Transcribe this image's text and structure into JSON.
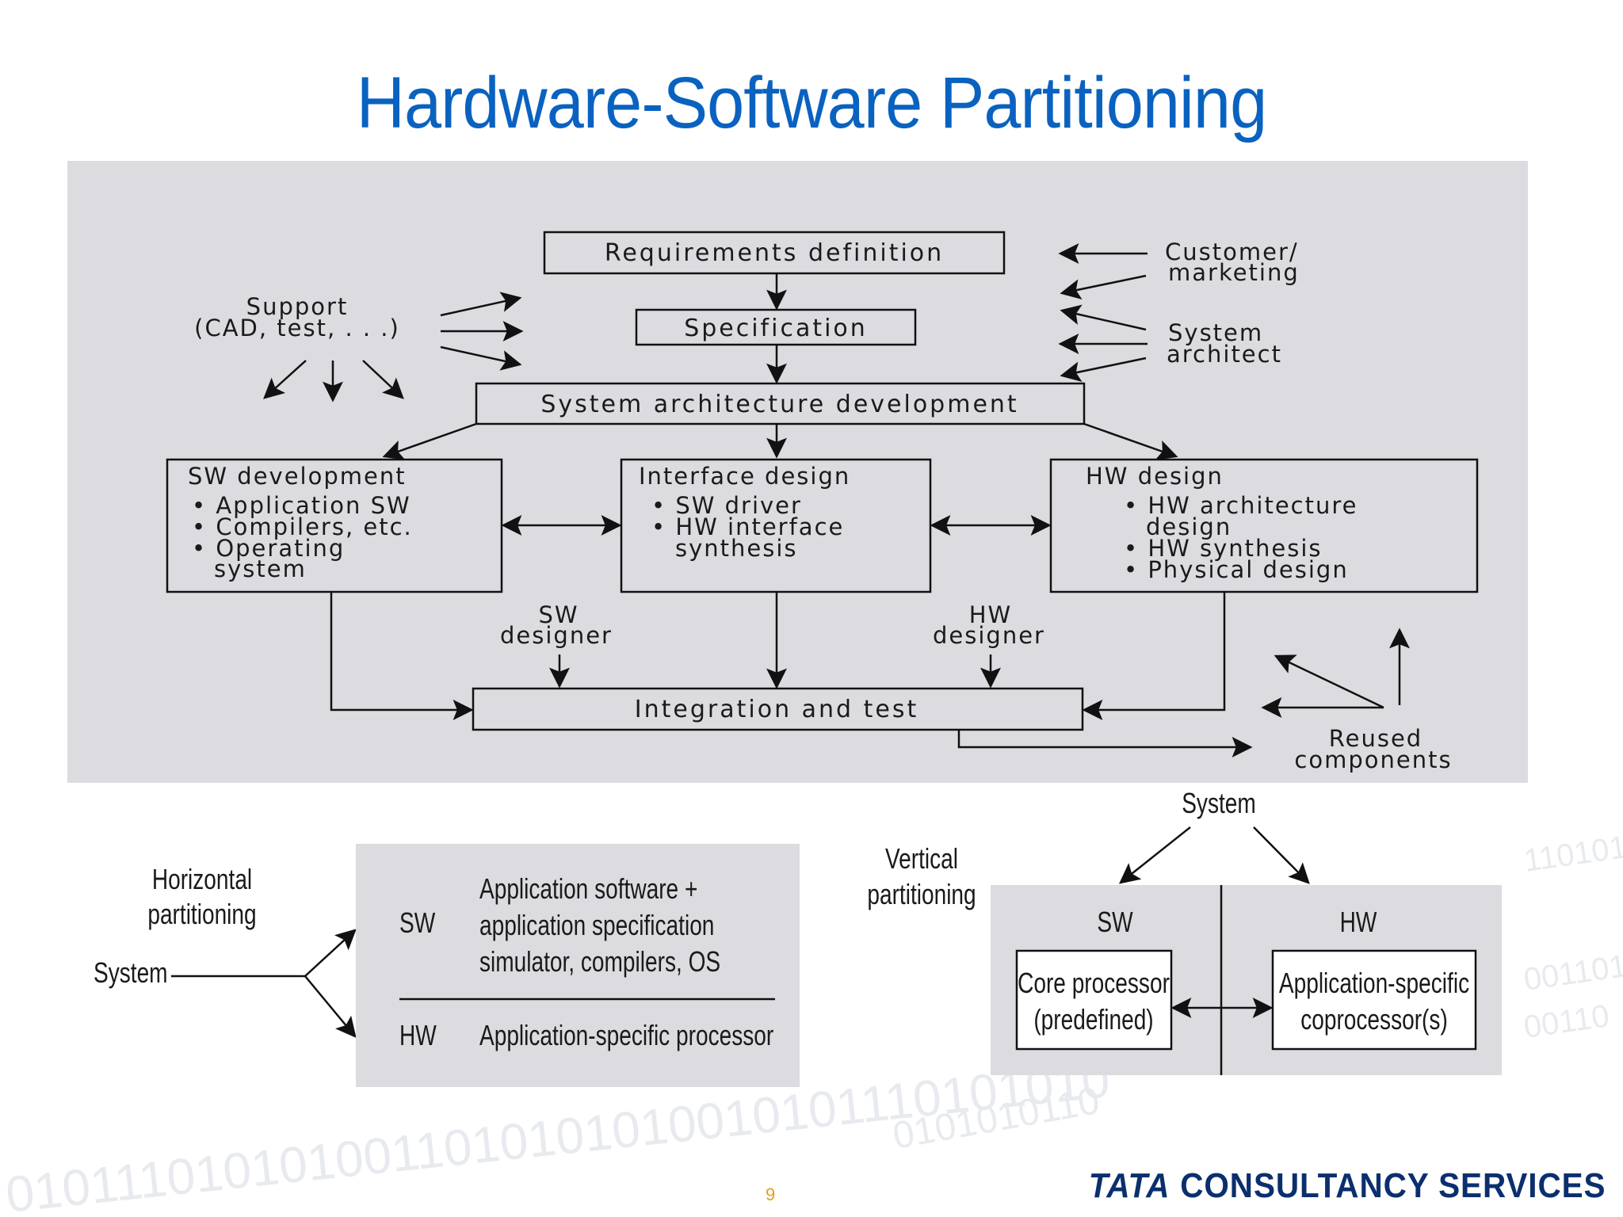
{
  "slide": {
    "title": "Hardware-Software Partitioning",
    "page_number": "9",
    "company": {
      "brand": "TATA",
      "rest": "CONSULTANCY SERVICES"
    },
    "decor_digits": "0101110101010011010101010010101110101010"
  },
  "flow": {
    "requirements": "Requirements definition",
    "specification": "Specification",
    "system_arch": "System architecture development",
    "support": [
      "Support",
      "(CAD, test, . . .)"
    ],
    "customer": [
      "Customer/",
      "marketing"
    ],
    "architect": [
      "System",
      "architect"
    ],
    "sw_dev": {
      "title": "SW development",
      "lines": [
        "• Application SW",
        "• Compilers, etc.",
        "• Operating",
        "system"
      ]
    },
    "interface": {
      "title": "Interface design",
      "lines": [
        "• SW driver",
        "• HW interface",
        "synthesis"
      ]
    },
    "hw_design": {
      "title": "HW design",
      "lines": [
        "• HW architecture",
        "design",
        "• HW synthesis",
        "• Physical design"
      ]
    },
    "sw_designer": [
      "SW",
      "designer"
    ],
    "hw_designer": [
      "HW",
      "designer"
    ],
    "integration": "Integration and test",
    "reused": [
      "Reused",
      "components"
    ]
  },
  "horizontal": {
    "label": [
      "Horizontal",
      "partitioning"
    ],
    "system": "System",
    "sw": "SW",
    "sw_text": [
      "Application software +",
      "application specification",
      "simulator, compilers, OS"
    ],
    "hw": "HW",
    "hw_text": "Application-specific processor"
  },
  "vertical": {
    "label": [
      "Vertical",
      "partitioning"
    ],
    "system": "System",
    "sw": "SW",
    "hw": "HW",
    "core": [
      "Core processor",
      "(predefined)"
    ],
    "coproc": [
      "Application-specific",
      "coprocessor(s)"
    ]
  },
  "colors": {
    "title": "#0a62c0",
    "panel": "#dcdbe0",
    "page_number": "#e0a020",
    "logo": "#0b2f6e"
  }
}
